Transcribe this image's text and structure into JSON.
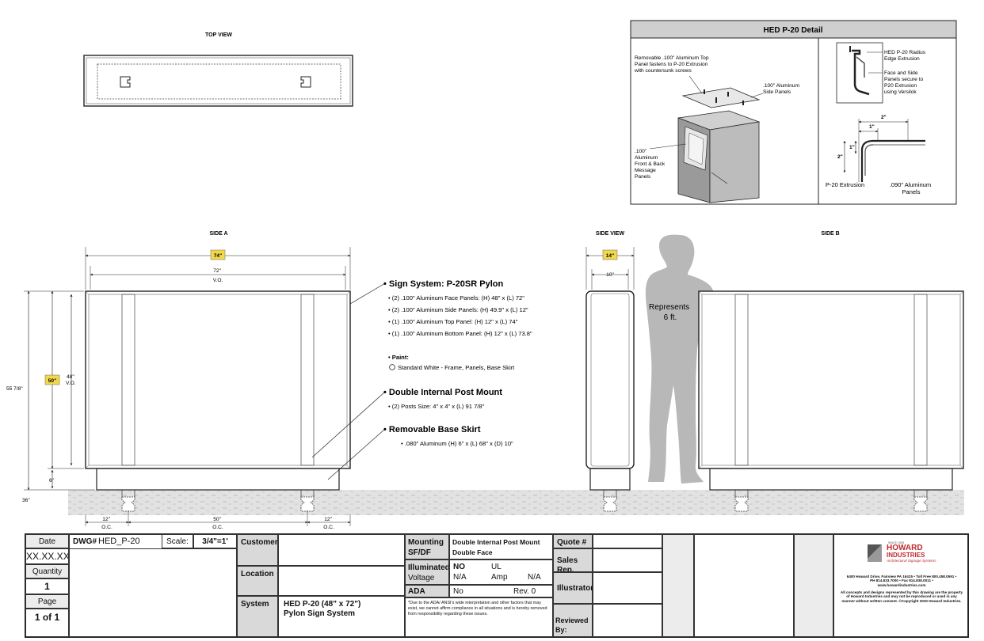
{
  "views": {
    "top_view": "TOP VIEW",
    "side_a": "SIDE A",
    "side_view": "SIDE VIEW",
    "side_b": "SIDE B"
  },
  "detail": {
    "title": "HED P-20 Detail",
    "top_panel_note": [
      "Removable .100\" Aluminum Top",
      "Panel fastens to P-20 Extrusion",
      "with countersunk screws"
    ],
    "side_panels_note": [
      ".100\" Aluminum",
      "Side Panels"
    ],
    "front_back_note": [
      ".100\"",
      "Aluminum",
      "Front & Back",
      "Message",
      "Panels"
    ],
    "radius_note": [
      "HED P-20 Radius",
      "Edge Extrusion"
    ],
    "secure_note": [
      "Face and Side",
      "Panels secure to",
      "P20 Extrusion",
      "using Versilok"
    ],
    "dim_2_top": "2\"",
    "dim_1_top": "1\"",
    "dim_1_side": "1\"",
    "dim_2_side": "2\"",
    "extrusion_label": "P-20 Extrusion",
    "panels_label": [
      ".090\" Aluminum",
      "Panels"
    ]
  },
  "side_a": {
    "overall_width": "74\"",
    "vo_width": [
      "72\"",
      "V.O."
    ],
    "vo_height": [
      "48\"",
      "V.O."
    ],
    "cabinet_height": "50\"",
    "overall_height": "55 7/8\"",
    "base_height": "6\"",
    "ground_depth": "36\"",
    "oc_left": [
      "12\"",
      "O.C."
    ],
    "oc_mid": [
      "50\"",
      "O.C."
    ],
    "oc_right": [
      "12\"",
      "O.C."
    ]
  },
  "side_view": {
    "depth_overall": "14\"",
    "depth_inner": "10\""
  },
  "figure_note": [
    "Represents",
    "6 ft."
  ],
  "specs": {
    "sign_system": {
      "heading": "Sign System: P-20SR Pylon",
      "items": [
        "(2) .100\" Aluminum Face Panels: (H) 48\" x (L) 72\"",
        "(2) .100\" Aluminum Side Panels: (H) 49.9\" x (L) 12\"",
        "(1) .100\" Aluminum Top Panel: (H) 12\" x (L) 74\"",
        "(1) .100\" Aluminum Bottom Panel: (H) 12\" x (L) 73.8\""
      ]
    },
    "paint_label": "Paint:",
    "paint_option": "Standard White - Frame, Panels, Base Skirt",
    "post_mount": {
      "heading": "Double Internal Post Mount",
      "items": [
        "(2) Posts Size: 4\" x 4\" x (L) 91 7/8\""
      ]
    },
    "base_skirt": {
      "heading": "Removable Base Skirt",
      "items": [
        ".080\" Aluminum (H) 6\" x (L) 68\" x (D) 10\""
      ]
    }
  },
  "title_block": {
    "date_label": "Date",
    "date_value": "XX.XX.XX",
    "quantity_label": "Quantity",
    "quantity_value": "1",
    "page_label": "Page",
    "page_value": "1 of 1",
    "dwg_label": "DWG#",
    "dwg_value": "HED_P-20",
    "scale_label": "Scale:",
    "scale_value": "3/4\"=1'",
    "customer_label": "Customer",
    "location_label": "Location",
    "system_label": "System",
    "system_value": [
      "HED P-20 (48\" x 72\")",
      "Pylon Sign System"
    ],
    "mounting_label": "Mounting",
    "mounting_value": "Double Internal Post Mount",
    "sfdf_label": "SF/DF",
    "sfdf_value": "Double Face",
    "illuminated_label": "Illuminated",
    "illuminated_value": "NO",
    "ul_label": "UL",
    "voltage_label": "Voltage",
    "voltage_value": "N/A",
    "amp_label": "Amp",
    "amp_value": "N/A",
    "ada_label": "ADA",
    "ada_value": "No",
    "rev_value": "Rev. 0",
    "ada_note": "*Due to the ADA/ ANSI's wide interpretation and other factors that may exist, we cannot affirm compliance in all situations and is hereby removed from responsibility regarding these issues.",
    "quote_label": "Quote #",
    "sales_label": "Sales Rep.",
    "illustrator_label": "Illustrator:",
    "reviewed_label": "Reviewed By:",
    "logo_since": "SINCE 1928",
    "logo_name": [
      "HOWARD",
      "INDUSTRIES"
    ],
    "logo_tag": "Architectural Signage Systems",
    "address": [
      "6400 Howard Drive, Fairview PA 16415 • Toll Free 800.458.0591 •",
      "PH 814.833.7000 • Fax 814.838.0011 •",
      "www.howardindustries.com"
    ],
    "legal": [
      "All concepts and designs represented by this drawing are the property",
      "of Howard Industries and may not be reproduced or used in any",
      "manner without written consent. ©Copyright 2020 Howard Industries."
    ]
  },
  "colors": {
    "badge": "#f2d84a",
    "post_stroke": "#444444",
    "ground": "#dcdcdc",
    "figure": "#b8b8b8",
    "brand_red": "#c0282d"
  }
}
